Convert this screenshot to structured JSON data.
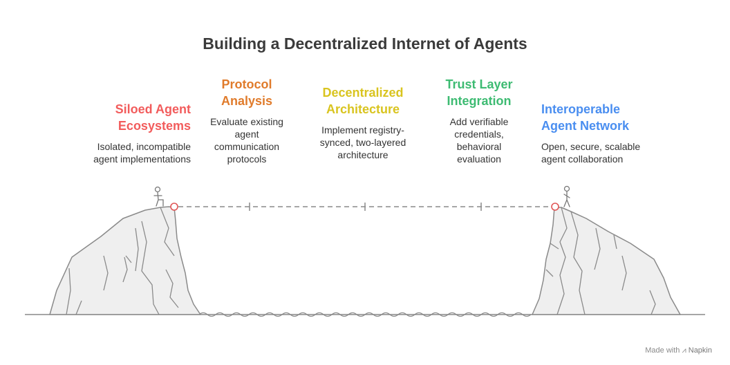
{
  "title": "Building a Decentralized Internet of Agents",
  "stages": [
    {
      "heading_line1": "Siloed Agent",
      "heading_line2": "Ecosystems",
      "color": "#f25c5c",
      "desc_line1": "Isolated, incompatible",
      "desc_line2": "agent implementations"
    },
    {
      "heading_line1": "Protocol",
      "heading_line2": "Analysis",
      "color": "#e07b2b",
      "desc_line1": "Evaluate existing",
      "desc_line2": "agent",
      "desc_line3": "communication",
      "desc_line4": "protocols"
    },
    {
      "heading_line1": "Decentralized",
      "heading_line2": "Architecture",
      "color": "#d9c41f",
      "desc_line1": "Implement registry-",
      "desc_line2": "synced, two-layered",
      "desc_line3": "architecture"
    },
    {
      "heading_line1": "Trust Layer",
      "heading_line2": "Integration",
      "color": "#3dbb72",
      "desc_line1": "Add verifiable",
      "desc_line2": "credentials,",
      "desc_line3": "behavioral",
      "desc_line4": "evaluation"
    },
    {
      "heading_line1": "Interoperable",
      "heading_line2": "Agent Network",
      "color": "#4a8ef0",
      "desc_line1": "Open, secure, scalable",
      "desc_line2": "agent collaboration"
    }
  ],
  "footer": {
    "made_with": "Made with",
    "brand": "Napkin"
  }
}
